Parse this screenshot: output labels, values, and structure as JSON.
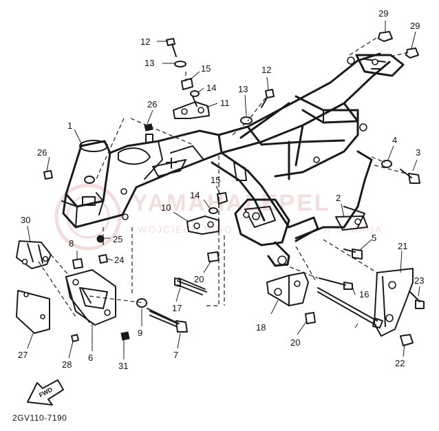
{
  "diagram_code": "2GV110-7190",
  "arrow_label": "FWD",
  "watermark": {
    "text": "YAMAHALEPEL",
    "subtext": "WOJCIECH SIDO",
    "subtext2": "A YAMAHA"
  },
  "callouts": [
    {
      "id": "c1",
      "label": "1"
    },
    {
      "id": "c2",
      "label": "2"
    },
    {
      "id": "c3",
      "label": "3"
    },
    {
      "id": "c4",
      "label": "4"
    },
    {
      "id": "c5",
      "label": "5"
    },
    {
      "id": "c6",
      "label": "6"
    },
    {
      "id": "c7",
      "label": "7"
    },
    {
      "id": "c8",
      "label": "8"
    },
    {
      "id": "c9",
      "label": "9"
    },
    {
      "id": "c10",
      "label": "10"
    },
    {
      "id": "c11",
      "label": "11"
    },
    {
      "id": "c12a",
      "label": "12"
    },
    {
      "id": "c12b",
      "label": "12"
    },
    {
      "id": "c13a",
      "label": "13"
    },
    {
      "id": "c13b",
      "label": "13"
    },
    {
      "id": "c14a",
      "label": "14"
    },
    {
      "id": "c14b",
      "label": "14"
    },
    {
      "id": "c15a",
      "label": "15"
    },
    {
      "id": "c15b",
      "label": "15"
    },
    {
      "id": "c16",
      "label": "16"
    },
    {
      "id": "c17",
      "label": "17"
    },
    {
      "id": "c18",
      "label": "18"
    },
    {
      "id": "c20a",
      "label": "20"
    },
    {
      "id": "c20b",
      "label": "20"
    },
    {
      "id": "c21",
      "label": "21"
    },
    {
      "id": "c22",
      "label": "22"
    },
    {
      "id": "c23",
      "label": "23"
    },
    {
      "id": "c24",
      "label": "24"
    },
    {
      "id": "c25",
      "label": "25"
    },
    {
      "id": "c26a",
      "label": "26"
    },
    {
      "id": "c26b",
      "label": "26"
    },
    {
      "id": "c27",
      "label": "27"
    },
    {
      "id": "c28",
      "label": "28"
    },
    {
      "id": "c29a",
      "label": "29"
    },
    {
      "id": "c29b",
      "label": "29"
    },
    {
      "id": "c30",
      "label": "30"
    },
    {
      "id": "c31",
      "label": "31"
    }
  ]
}
